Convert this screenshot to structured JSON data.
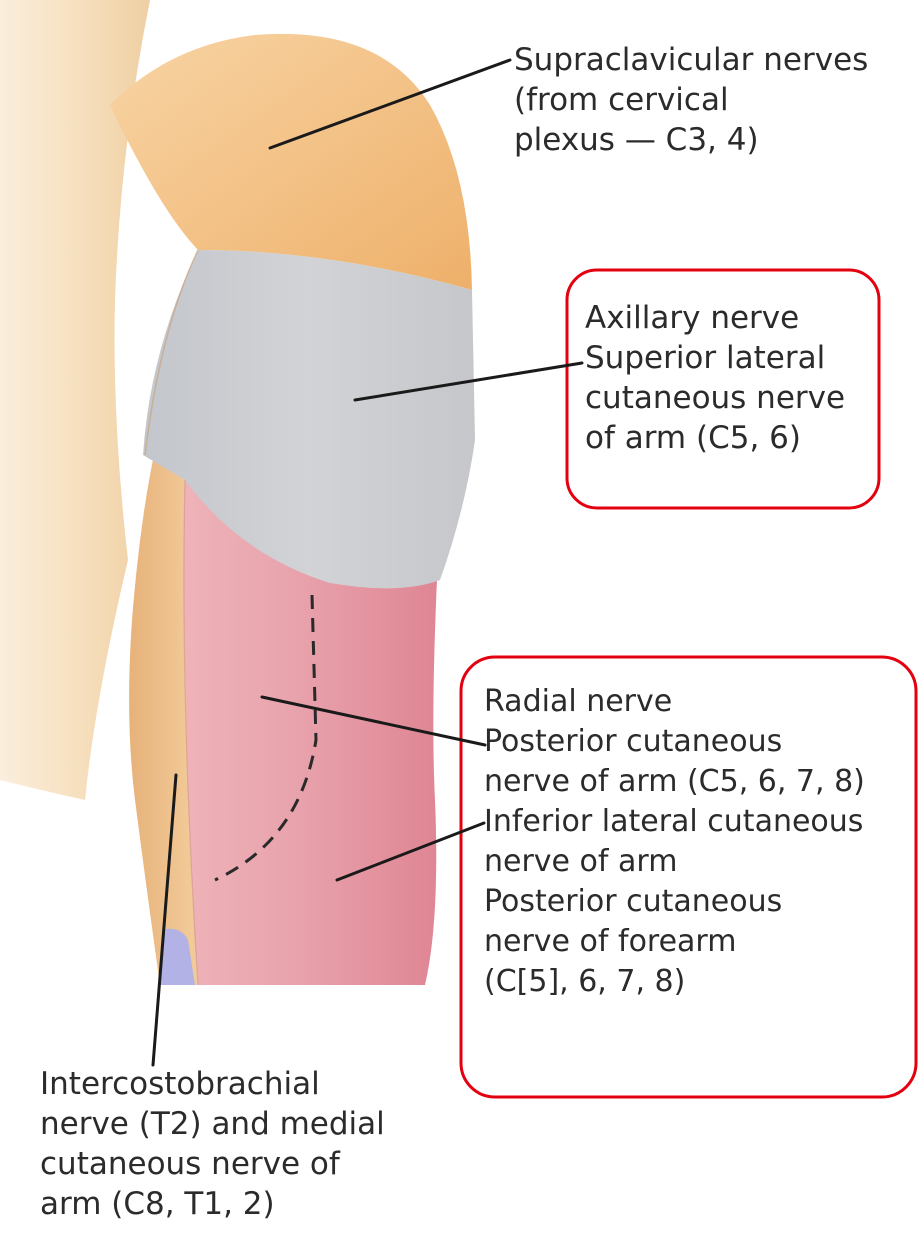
{
  "labels": {
    "supraclavicular": [
      "Supraclavicular nerves",
      "(from cervical",
      "plexus — C3, 4)"
    ],
    "axillary": [
      "Axillary nerve",
      "Superior lateral",
      "cutaneous nerve",
      "of arm (C5, 6)"
    ],
    "radial": [
      "Radial nerve",
      "Posterior cutaneous",
      "nerve of arm (C5, 6, 7, 8)",
      "Inferior lateral cutaneous",
      "nerve of arm",
      "Posterior cutaneous",
      "nerve of forearm",
      "(C[5], 6, 7, 8)"
    ],
    "intercostobrachial": [
      "Intercostobrachial",
      "nerve (T2) and medial",
      "cutaneous nerve of",
      "arm (C8, T1, 2)"
    ]
  },
  "colors": {
    "supraclavicular_region": "#f0b877",
    "axillary_region": "#c8c9cd",
    "radial_region": "#e69ba6",
    "medial_region": "#eec08c",
    "intercostobrachial_tip": "#b2b2e6",
    "skin": "#f6dcb6",
    "highlight_box": "#e3000f",
    "leader_line": "#1a1a1a"
  },
  "icons": {
    "figure": "arm-dermatome-illustration"
  }
}
